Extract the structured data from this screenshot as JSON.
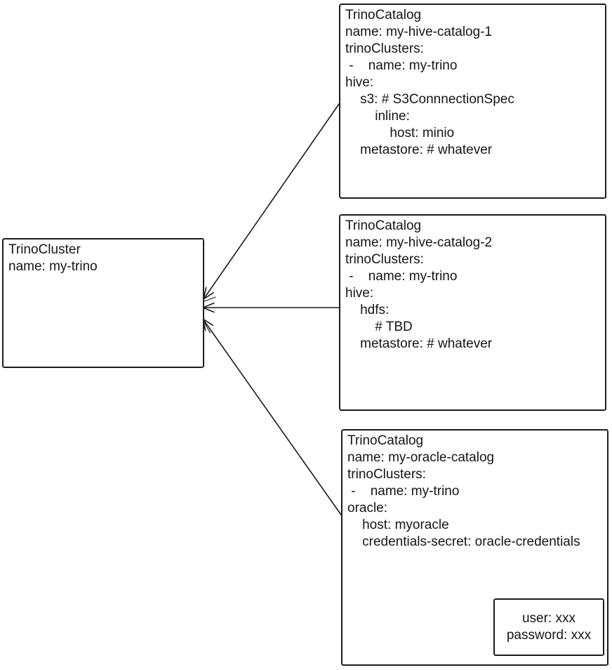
{
  "diagram": {
    "colors": {
      "ink": "#1a1a1a",
      "background": "#ffffff"
    },
    "cluster_box": {
      "lines": [
        "TrinoCluster",
        "name: my-trino"
      ]
    },
    "catalog_box_1": {
      "lines": [
        "TrinoCatalog",
        "name: my-hive-catalog-1",
        "trinoClusters:",
        " -    name: my-trino",
        "hive:",
        "    s3: # S3ConnnectionSpec",
        "        inline:",
        "            host: minio",
        "    metastore: # whatever"
      ]
    },
    "catalog_box_2": {
      "lines": [
        "TrinoCatalog",
        "name: my-hive-catalog-2",
        "trinoClusters:",
        " -    name: my-trino",
        "hive:",
        "    hdfs:",
        "        # TBD",
        "    metastore: # whatever"
      ]
    },
    "catalog_box_3": {
      "lines": [
        "TrinoCatalog",
        "name: my-oracle-catalog",
        "trinoClusters:",
        " -    name: my-trino",
        "oracle:",
        "    host: myoracle",
        "    credentials-secret: oracle-credentials"
      ]
    },
    "secret_box": {
      "lines": [
        "user: xxx",
        "password: xxx"
      ]
    }
  }
}
